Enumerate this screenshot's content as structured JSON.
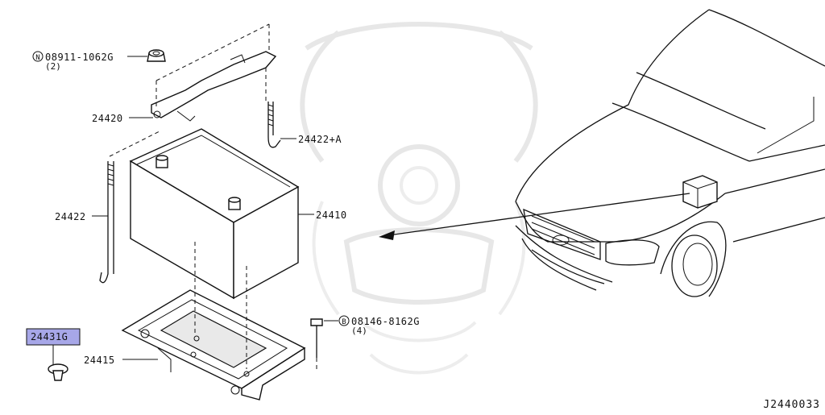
{
  "diagram": {
    "figure_id": "J2440033",
    "parts": [
      {
        "part_no": "08911-1062G",
        "prefix": "N",
        "qty": "(2)"
      },
      {
        "part_no": "24420"
      },
      {
        "part_no": "24422+A"
      },
      {
        "part_no": "24422"
      },
      {
        "part_no": "24410"
      },
      {
        "part_no": "08146-8162G",
        "prefix": "B",
        "qty": "(4)"
      },
      {
        "part_no": "24415"
      },
      {
        "part_no": "24431G",
        "highlighted": true
      }
    ],
    "highlight_color": "#a7a7e8"
  }
}
